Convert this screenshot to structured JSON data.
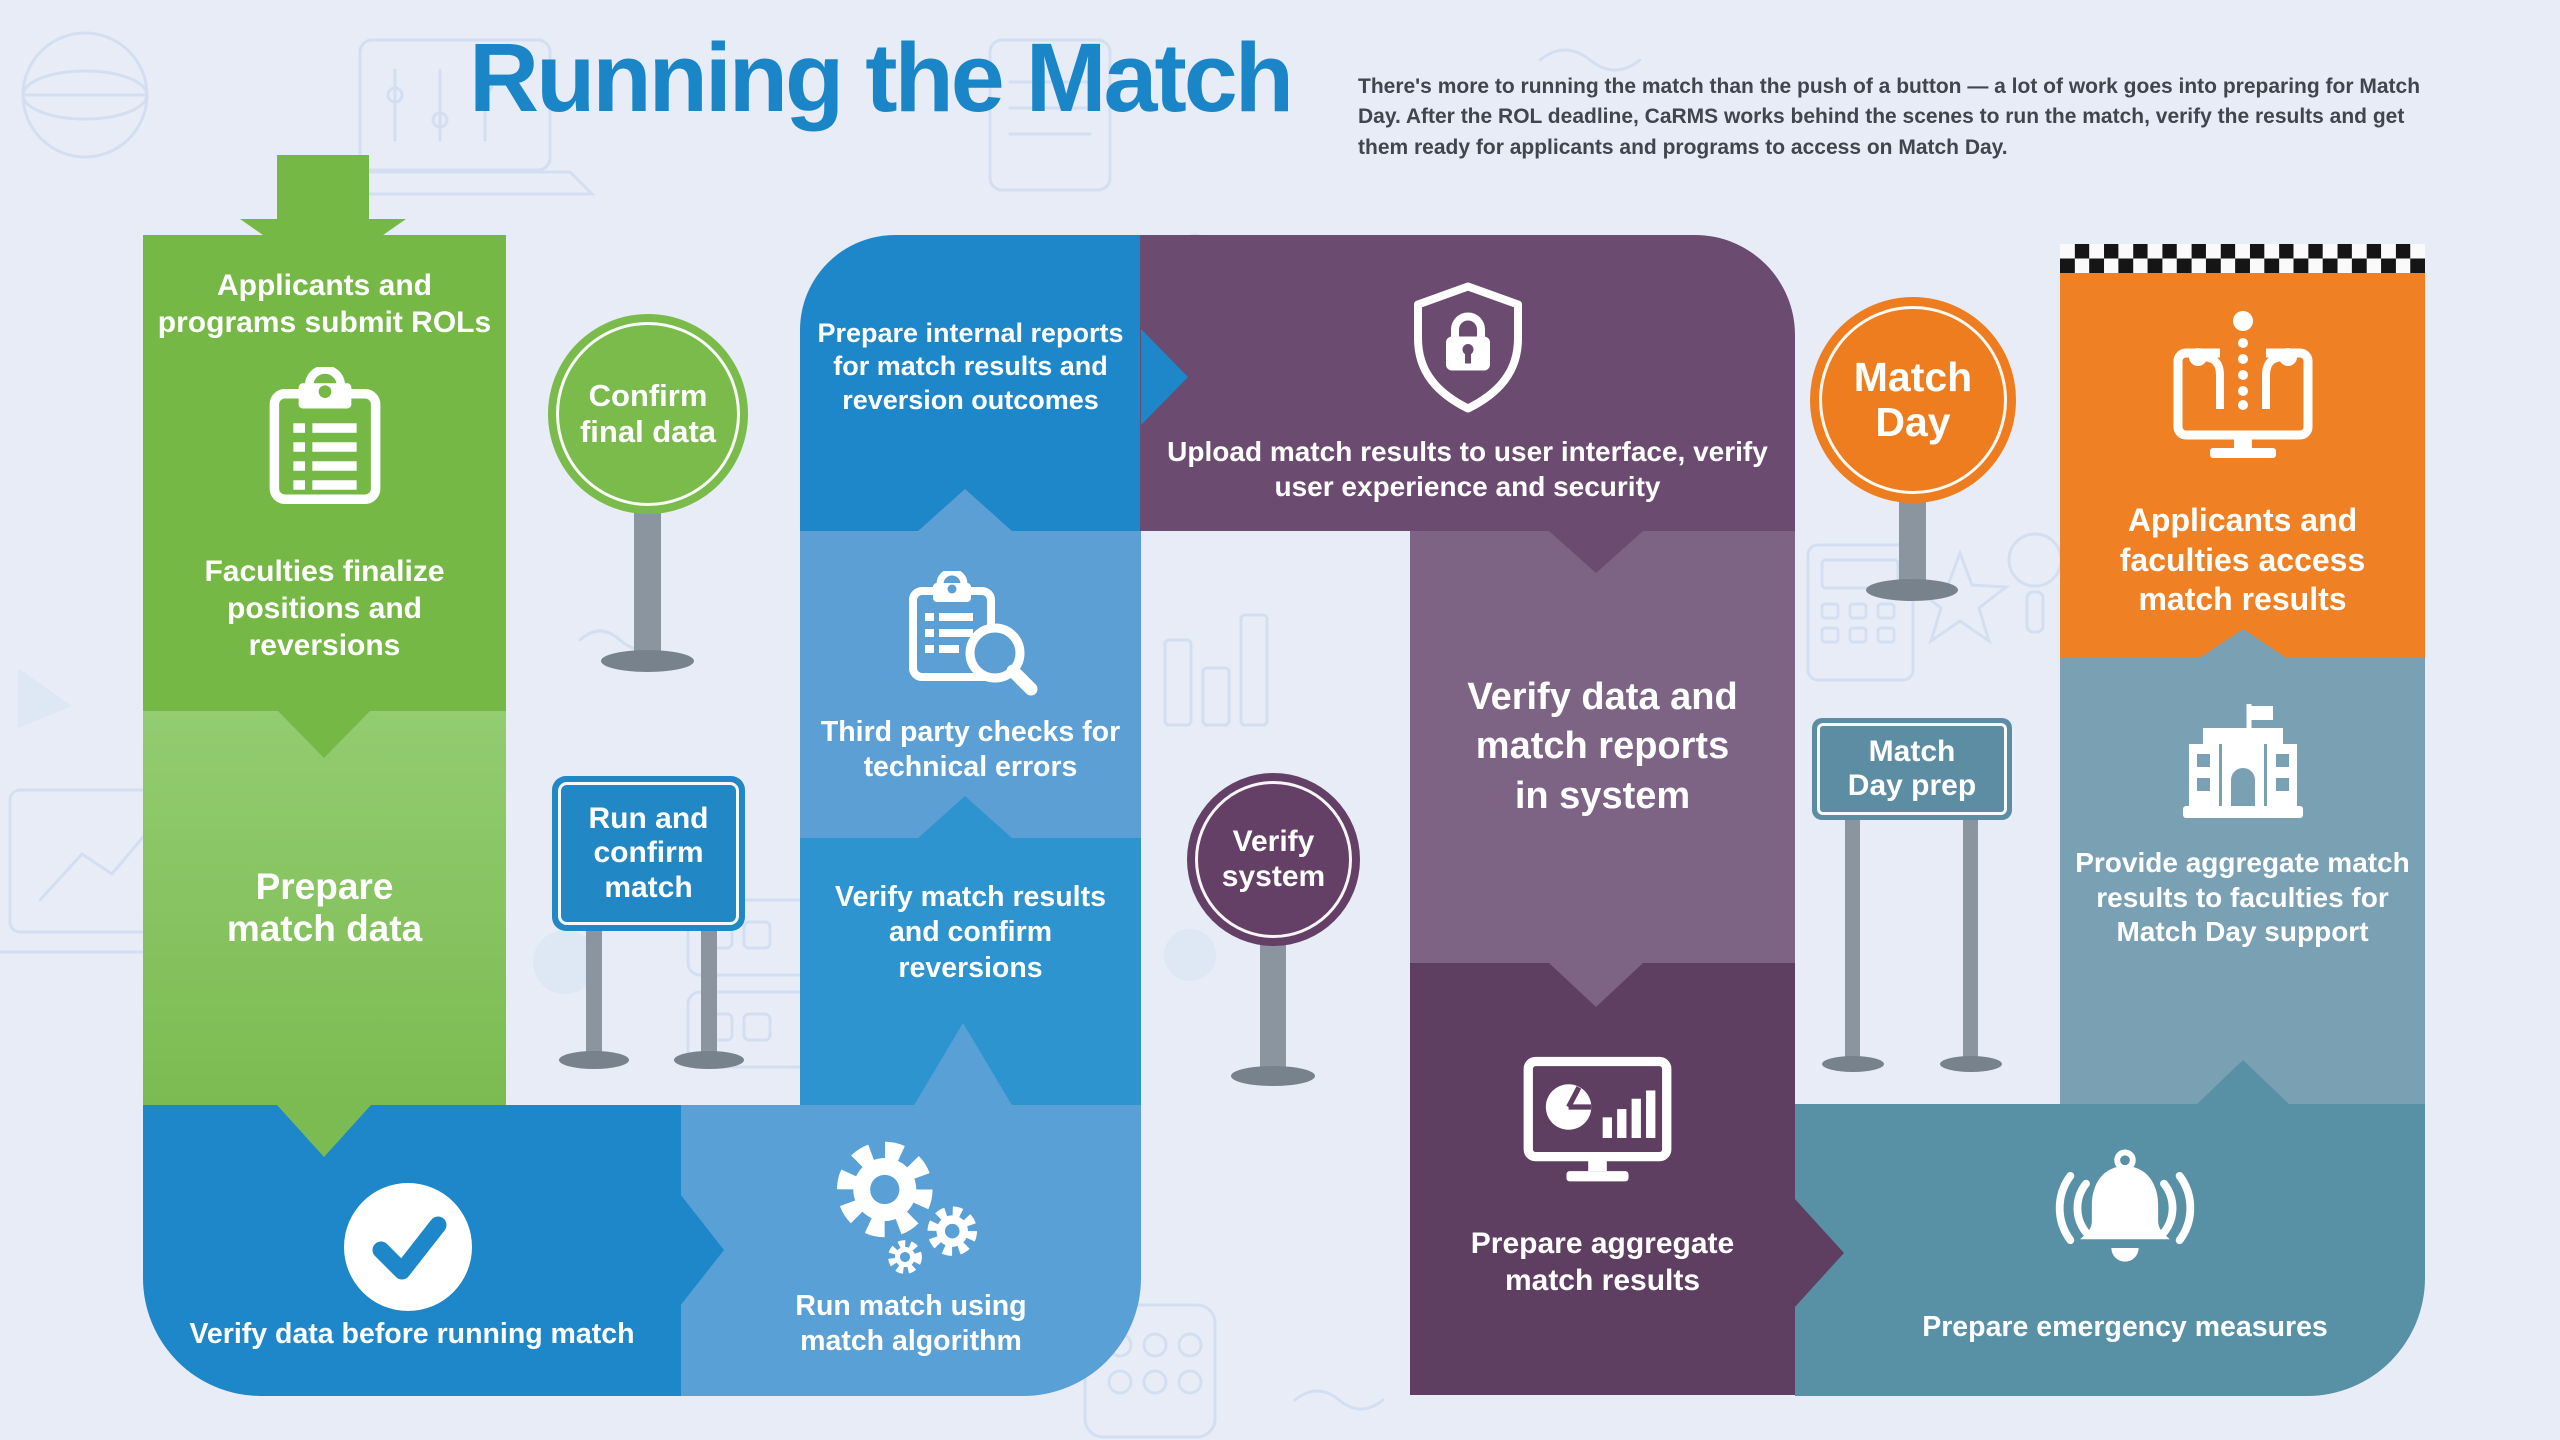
{
  "title": "Running the Match",
  "intro": "There's more to running the match than the push of a button —  a lot of work goes into preparing for Match Day. After the ROL deadline, CaRMS works behind the scenes to run the match, verify the results and get them ready for applicants and programs to access on Match Day.",
  "steps": {
    "submit_rols": "Applicants and programs submit ROLs",
    "faculties_finalize": "Faculties finalize positions and reversions",
    "prepare_match_data": "Prepare match data",
    "verify_data_before": "Verify data before running match",
    "run_match_algorithm": "Run match using match algorithm",
    "verify_match_results": "Verify match results and confirm reversions",
    "third_party_checks": "Third party checks for technical errors",
    "prepare_internal_reports": "Prepare internal reports for match results and reversion outcomes",
    "upload_match_results": "Upload match results to user interface, verify user experience and security",
    "verify_data_reports": "Verify data and match reports in system",
    "prepare_aggregate": "Prepare aggregate match results",
    "provide_aggregate": "Provide aggregate match results to faculties for Match Day support",
    "access_results": "Applicants and faculties access match results",
    "prepare_emergency": "Prepare emergency measures"
  },
  "signs": {
    "confirm_final_data": "Confirm final data",
    "run_confirm_match": "Run and confirm match",
    "verify_system": "Verify system",
    "match_day": "Match Day",
    "match_day_prep": "Match Day prep"
  },
  "icons": {
    "start": "down-arrow-icon",
    "submit_rols": "clipboard-checklist-icon",
    "third_party_checks": "clipboard-magnifier-icon",
    "upload_match_results": "shield-lock-icon",
    "verify_data_before": "check-circle-icon",
    "run_match_algorithm": "gears-icon",
    "prepare_aggregate": "monitor-charts-icon",
    "access_results": "monitor-data-icon",
    "provide_aggregate": "faculty-building-icon",
    "prepare_emergency": "alert-bell-icon",
    "finish": "checkered-flag-strip"
  },
  "palette": {
    "background": "#e7ecf7",
    "title_blue": "#1a86c8",
    "intro_text": "#3f464d",
    "green_dark": "#76b845",
    "green_light": "#87c561",
    "green_sign": "#7abb4b",
    "blue_dark": "#1e87c9",
    "blue_light": "#5c9fd4",
    "blue_medium": "#2e94d0",
    "blue_bottom": "#58a0d6",
    "blue_sign": "#2287c5",
    "purple_dark": "#6b4b70",
    "purple_mauve": "#7d6384",
    "purple_deep": "#5e3f61",
    "purple_sign": "#643f66",
    "orange": "#ef8023",
    "orange_sign": "#ee7d1f",
    "steel": "#7aa0b4",
    "teal": "#5891a6",
    "steel_sign": "#5d8da3",
    "post_gray": "#8b95a0"
  }
}
